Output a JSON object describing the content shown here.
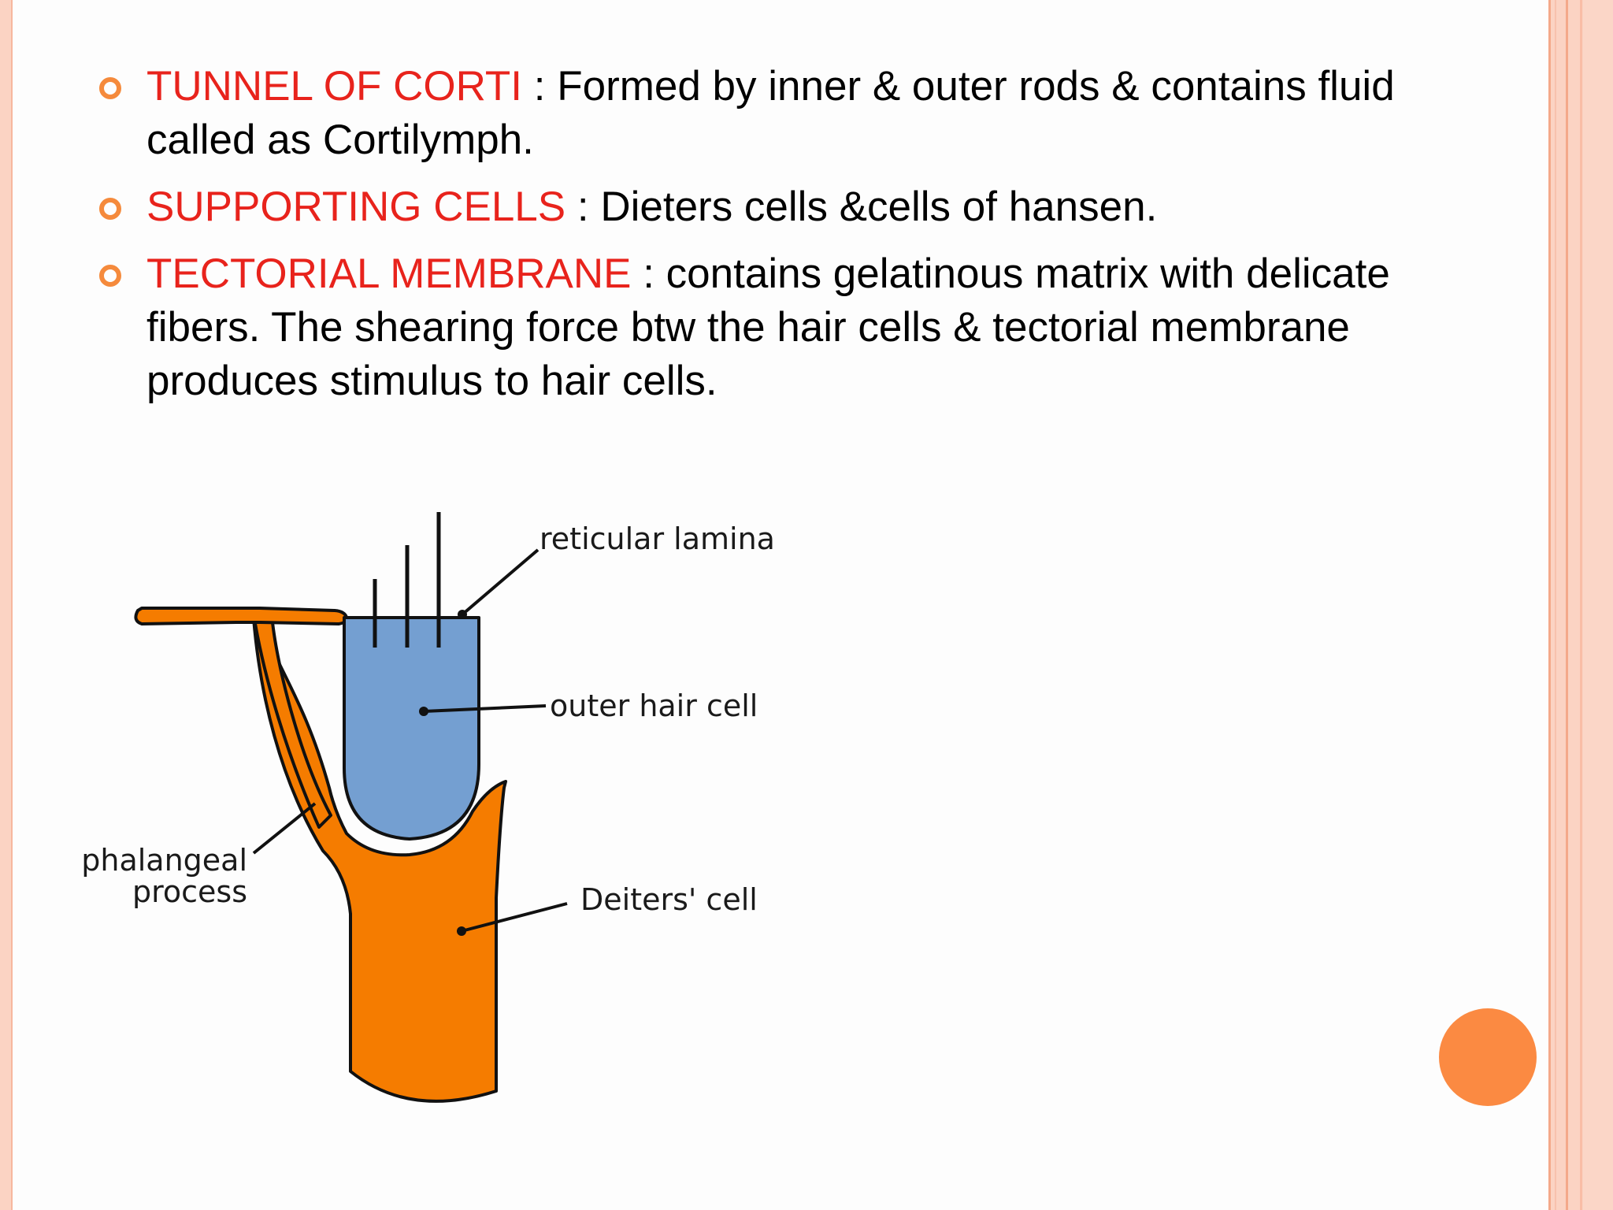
{
  "slide": {
    "bullets": [
      {
        "term": "TUNNEL OF CORTI",
        "separator": " : ",
        "text": "Formed by inner & outer rods & contains fluid called as Cortilymph."
      },
      {
        "term": "SUPPORTING CELLS",
        "separator": " : ",
        "text": "Dieters cells &cells of hansen."
      },
      {
        "term": "TECTORIAL MEMBRANE",
        "separator": " : ",
        "text": "contains gelatinous matrix with delicate fibers. The shearing force btw the hair cells & tectorial membrane produces stimulus to hair cells."
      }
    ],
    "diagram": {
      "labels": {
        "reticular_lamina": "reticular lamina",
        "outer_hair_cell": "outer hair cell",
        "phalangeal_line1": "phalangeal",
        "phalangeal_line2": "process",
        "deiters_cell": "Deiters' cell"
      }
    },
    "colors": {
      "term": "#e8231c",
      "bullet_icon": "#f58a3c",
      "deiters_fill": "#f57c00",
      "hair_cell_fill": "#749fd1",
      "decor_circle": "#fb8a42",
      "border": "#fbd3c3"
    }
  }
}
